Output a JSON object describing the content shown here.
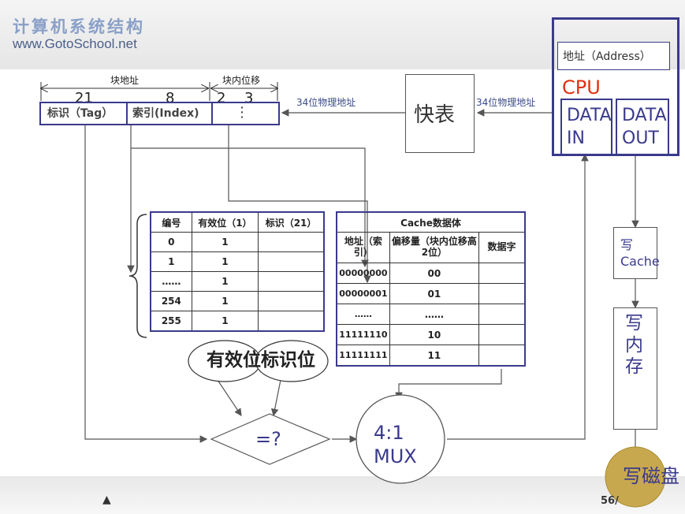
{
  "header": {
    "title": "计算机系统结构",
    "url": "www.GotoSchool.net"
  },
  "address": {
    "block_addr_label": "块地址",
    "block_offset_label": "块内位移",
    "bits_tag": "21",
    "bits_index": "8",
    "bits_2": "2",
    "bits_3": "3",
    "tag_field": "标识（Tag）",
    "index_field": "索引(Index)",
    "dots": "⋮"
  },
  "paths": {
    "phys_addr_left": "34位物理地址",
    "phys_addr_right": "34位物理地址"
  },
  "tlb": {
    "label": "快表"
  },
  "cpu": {
    "address_label": "地址（Address）",
    "title": "CPU",
    "data_in": "DATA IN",
    "data_out": "DATA OUT"
  },
  "tag_table": {
    "headers": [
      "编号",
      "有效位（1）",
      "标识（21）"
    ],
    "rows": [
      [
        "0",
        "1",
        ""
      ],
      [
        "1",
        "1",
        ""
      ],
      [
        "……",
        "1",
        ""
      ],
      [
        "254",
        "1",
        ""
      ],
      [
        "255",
        "1",
        ""
      ]
    ]
  },
  "data_table": {
    "title": "Cache数据体",
    "headers": [
      "地址（索引）",
      "偏移量（块内位移高2位）",
      "数据字"
    ],
    "rows": [
      [
        "00000000",
        "00",
        ""
      ],
      [
        "00000001",
        "01",
        ""
      ],
      [
        "……",
        "……",
        ""
      ],
      [
        "11111110",
        "10",
        ""
      ],
      [
        "11111111",
        "11",
        ""
      ]
    ]
  },
  "compare": {
    "bubble_text": "有效位标识位",
    "eq_label": "=?"
  },
  "mux": {
    "label": "4:1\nMUX"
  },
  "write": {
    "cache": "写\nCache",
    "memory": "写\n内\n存",
    "disk": "写磁盘"
  },
  "footer": {
    "nav": "▲",
    "page": "56/"
  }
}
